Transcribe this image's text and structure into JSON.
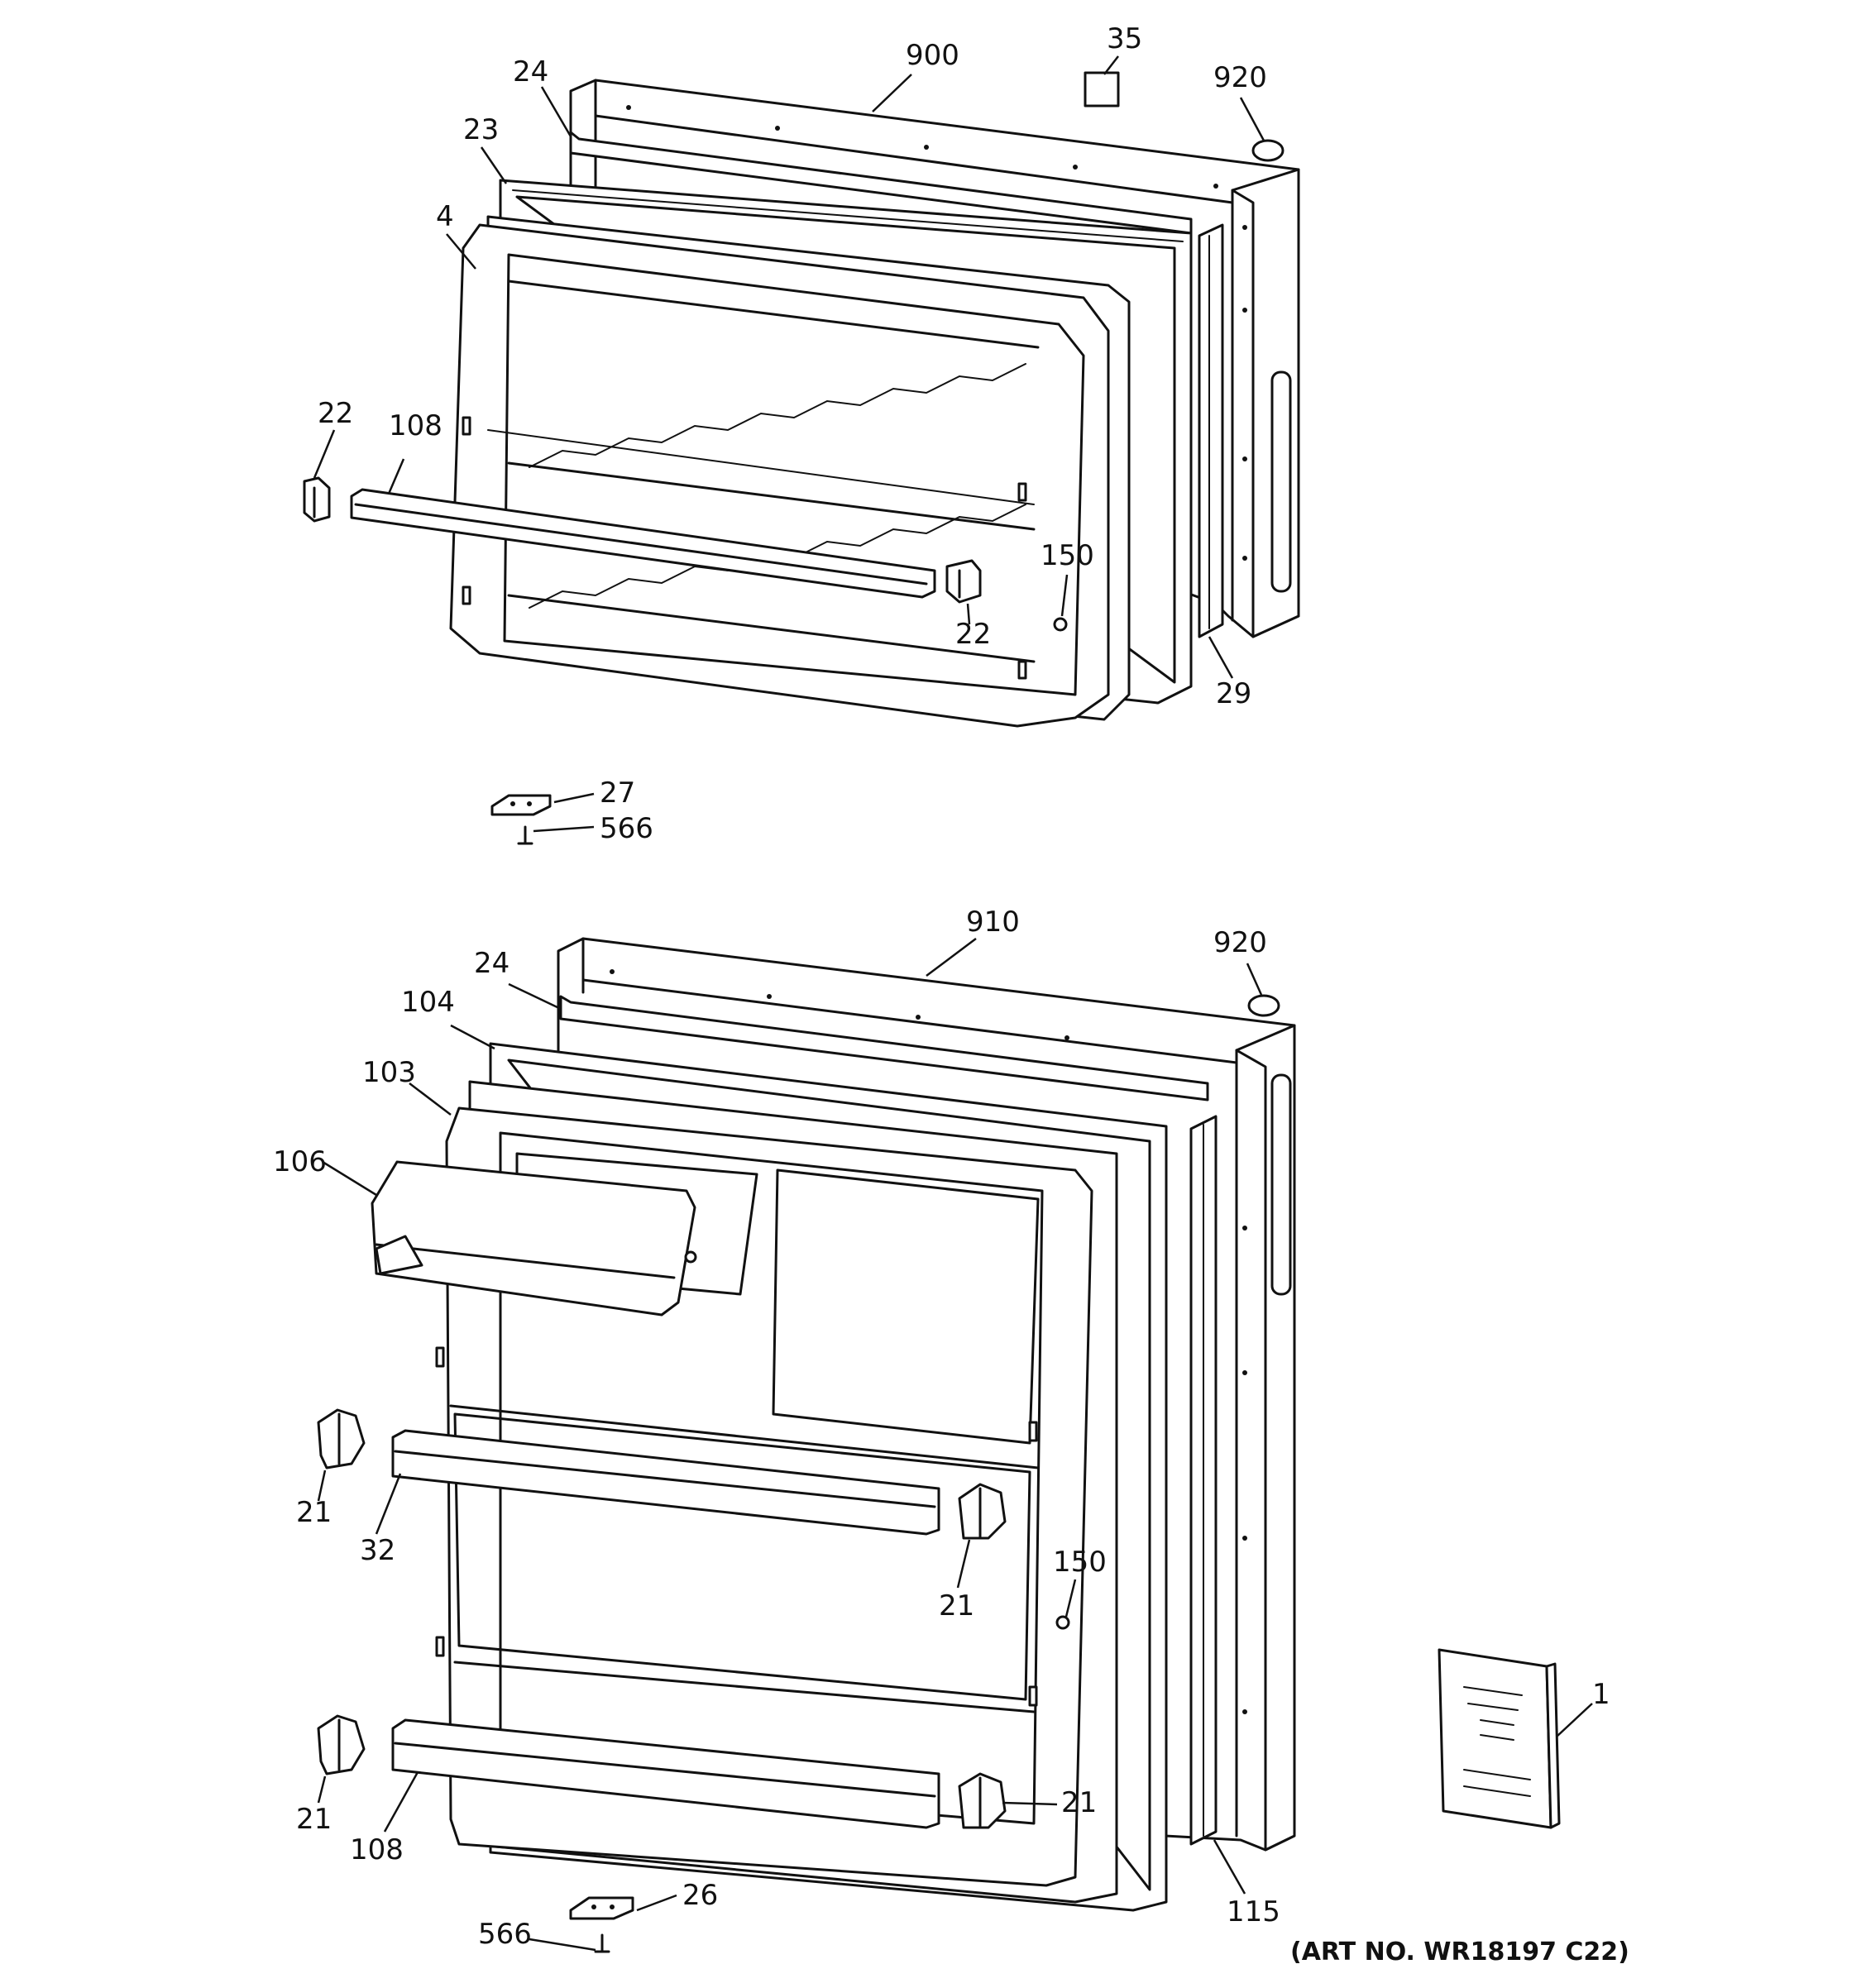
{
  "labels": {
    "freezer": {
      "l900": "900",
      "l35": "35",
      "l920": "920",
      "l24": "24",
      "l23": "23",
      "l4": "4",
      "l22a": "22",
      "l108": "108",
      "l150": "150",
      "l22b": "22",
      "l29": "29",
      "l27": "27",
      "l566": "566"
    },
    "fresh_food": {
      "l910": "910",
      "l920": "920",
      "l24": "24",
      "l104": "104",
      "l103": "103",
      "l106": "106",
      "l21a": "21",
      "l32": "32",
      "l21b": "21",
      "l150": "150",
      "l1": "1",
      "l21c": "21",
      "l108": "108",
      "l21d": "21",
      "l115": "115",
      "l26": "26",
      "l566": "566"
    }
  },
  "art_number": "(ART NO. WR18197 C22)"
}
